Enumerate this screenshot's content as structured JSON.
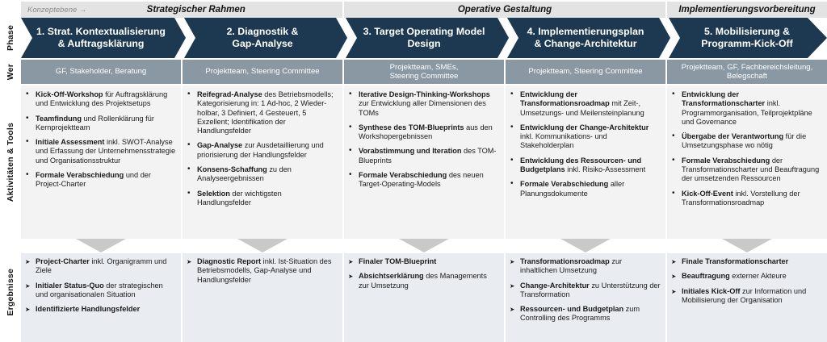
{
  "concept_band": {
    "left_label": "Konzeptebene →",
    "groups": [
      {
        "title": "Strategischer Rahmen",
        "span": [
          0,
          1
        ]
      },
      {
        "title": "Operative Gestaltung",
        "span": [
          2,
          3
        ]
      },
      {
        "title": "Implementierungsvorbereitung",
        "span": [
          4,
          4
        ]
      }
    ]
  },
  "rows": {
    "phase_label": "Phase",
    "who_label": "Wer",
    "activities_label": "Aktivitäten & Tools",
    "results_label": "Ergebnisse"
  },
  "colors": {
    "phase_bar": "#1d3951",
    "who_bar": "#8a98a3",
    "activities_bg": "#f3f3f3",
    "results_bg": "#e9edf1",
    "concept_bg": "#e3e3e3",
    "funnel": "#c9c9c9"
  },
  "phases": [
    {
      "title": "1. Strat. Kontextualisierung\n& Auftragsklärung",
      "who": "GF, Stakeholder, Beratung",
      "activities": [
        {
          "strong": "Kick-Off-Workshop",
          "rest": " für Auftragsklärung und Entwicklung des Projektsetups"
        },
        {
          "strong": "Teamfindung",
          "rest": " und Rollenklärung für Kernprojektteam"
        },
        {
          "strong": "Initiale Assessment",
          "rest": " inkl. SWOT-Analyse und Erfassung der Unternehmensstrategie und Organisationsstruktur"
        },
        {
          "strong": "Formale Verabschiedung",
          "rest": " und der Project-Charter"
        }
      ],
      "results": [
        {
          "strong": "Project-Charter",
          "rest": " inkl. Organigramm und Ziele"
        },
        {
          "strong": "Initialer Status-Quo",
          "rest": " der strategischen und organisationalen Situation"
        },
        {
          "strong": "Identifizierte Handlungsfelder",
          "rest": ""
        }
      ]
    },
    {
      "title": "2. Diagnostik &\nGap-Analyse",
      "who": "Projektteam, Steering Committee",
      "activities": [
        {
          "strong": "Reifegrad-Analyse",
          "rest": " des Betriebsmodells; Kategorisierung in: 1 Ad-hoc,  2 Wieder-holbar, 3 Definiert, 4 Gesteuert, 5 Exzellent; Identifikation der Handlungsfelder"
        },
        {
          "strong": "Gap-Analyse",
          "rest": " zur Ausdetaillierung und priorisierung der Handlungsfelder"
        },
        {
          "strong": "Konsens-Schaffung",
          "rest": " zu den Analyseergebnissen"
        },
        {
          "strong": "Selektion",
          "rest": " der wichtigsten Handlungsfelder"
        }
      ],
      "results": [
        {
          "strong": "Diagnostic Report",
          "rest": " inkl. Ist-Situation des Betriebsmodells, Gap-Analyse und Handlungsfelder"
        }
      ]
    },
    {
      "title": "3. Target Operating Model\nDesign",
      "who": "Projektteam, SMEs,\nSteering Committee",
      "activities": [
        {
          "strong": "Iterative Design-Thinking-Workshops",
          "rest": " zur Entwicklung aller Dimensionen des TOMs"
        },
        {
          "strong": "Synthese des TOM-Blueprints",
          "rest": " aus den Workshopergebnissen"
        },
        {
          "strong": "Vorabstimmung und Iteration",
          "rest": " des TOM-Blueprints"
        },
        {
          "strong": "Formale Verabschiedung",
          "rest": " des neuen Target-Operating-Models"
        }
      ],
      "results": [
        {
          "strong": "Finaler TOM-Blueprint",
          "rest": ""
        },
        {
          "strong": "Absichtserklärung",
          "rest": " des Managements zur Umsetzung"
        }
      ]
    },
    {
      "title": "4. Implementierungsplan\n& Change-Architektur",
      "who": "Projektteam, Steering Committee",
      "activities": [
        {
          "strong": "Entwicklung der Transformationsroadmap",
          "rest": " mit Zeit-, Umsetzungs- und Meilensteinplanung"
        },
        {
          "strong": "Entwicklung der Change-Architektur",
          "rest": " inkl. Kommunikations- und Stakeholderplan"
        },
        {
          "strong": "Entwicklung des Ressourcen- und Budgetplans",
          "rest": " inkl. Risiko-Assessment"
        },
        {
          "strong": "Formale Verabschiedung",
          "rest": " aller Planungsdokumente"
        }
      ],
      "results": [
        {
          "strong": "Transformationsroadmap",
          "rest": " zur inhaltlichen Umsetzung"
        },
        {
          "strong": "Change-Architektur",
          "rest": " zu Unterstützung der Transformation"
        },
        {
          "strong": "Ressourcen- und Budgetplan",
          "rest": " zum Controlling des Programms"
        }
      ]
    },
    {
      "title": "5. Mobilisierung &\nProgramm-Kick-Off",
      "who": "Projektteam, GF, Fachbereichsleitung,\nBelegschaft",
      "activities": [
        {
          "strong": "Entwicklung der Transformationscharter",
          "rest": " inkl. Programmorganisation, Teilprojektpläne und Governance"
        },
        {
          "strong": "Übergabe der Verantwortung",
          "rest": " für die Umsetzungsphase wo nötig"
        },
        {
          "strong": "Formale Verabschiedung",
          "rest": " der Transformationscharter und Beauftragung der umsetzenden Ressourcen"
        },
        {
          "strong": "Kick-Off-Event",
          "rest": " inkl. Vorstellung der Transformationsroadmap"
        }
      ],
      "results": [
        {
          "strong": "Finale Transformationscharter",
          "rest": ""
        },
        {
          "strong": "Beauftragung",
          "rest": " externer Akteure"
        },
        {
          "strong": "Initiales Kick-Off",
          "rest": " zur Information und Mobilisierung der Organisation"
        }
      ]
    }
  ]
}
